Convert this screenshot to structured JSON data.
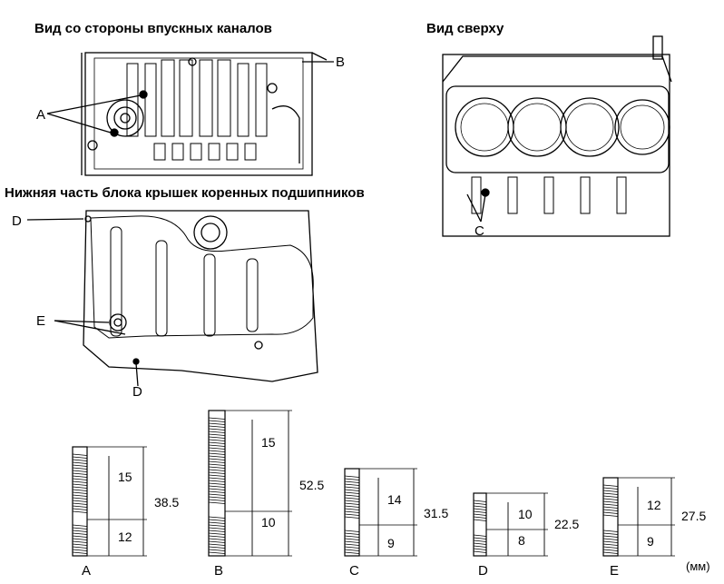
{
  "titles": {
    "intake": "Вид со стороны впускных каналов",
    "top": "Вид сверху",
    "bottom": "Нижняя часть блока крышек коренных подшипников"
  },
  "callouts": {
    "A": "A",
    "B": "B",
    "C": "C",
    "D1": "D",
    "D2": "D",
    "E": "E"
  },
  "bolts": [
    {
      "label": "A",
      "top": "15",
      "bottom": "12",
      "total": "38.5"
    },
    {
      "label": "B",
      "top": "15",
      "bottom": "10",
      "total": "52.5"
    },
    {
      "label": "C",
      "top": "14",
      "bottom": "9",
      "total": "31.5"
    },
    {
      "label": "D",
      "top": "10",
      "bottom": "8",
      "total": "22.5"
    },
    {
      "label": "E",
      "top": "12",
      "bottom": "9",
      "total": "27.5"
    }
  ],
  "unit": "(мм)"
}
